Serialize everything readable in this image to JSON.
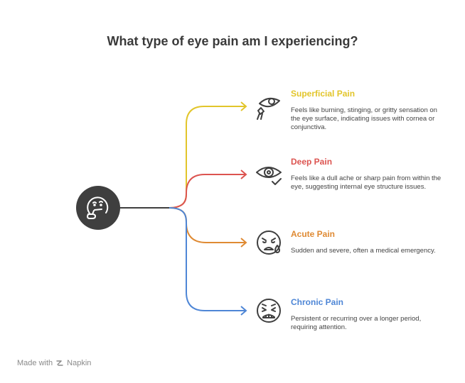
{
  "title": "What type of eye pain am I experiencing?",
  "colors": {
    "hub": "#3f3f3f",
    "stem": "#3f3f3f",
    "superficial": "#e2c52a",
    "deep": "#dc5450",
    "acute": "#df8a33",
    "chronic": "#4e86d6",
    "icon": "#3f3f3f"
  },
  "hub_icon": "thinking-face-icon",
  "branches": [
    {
      "title": "Superficial Pain",
      "description": "Feels like burning, stinging, or gritty sensation on the eye surface, indicating issues with cornea or conjunctiva.",
      "icon": "eye-drop-icon"
    },
    {
      "title": "Deep Pain",
      "description": "Feels like a dull ache or sharp pain from within the eye, suggesting internal eye structure issues.",
      "icon": "eye-check-icon"
    },
    {
      "title": "Acute Pain",
      "description": "Sudden and severe, often a medical emergency.",
      "icon": "crying-face-icon"
    },
    {
      "title": "Chronic Pain",
      "description": "Persistent or recurring over a longer period, requiring attention.",
      "icon": "tired-face-icon"
    }
  ],
  "footer": {
    "made_with": "Made with",
    "brand": "Napkin",
    "brand_icon": "napkin-logo-icon"
  }
}
